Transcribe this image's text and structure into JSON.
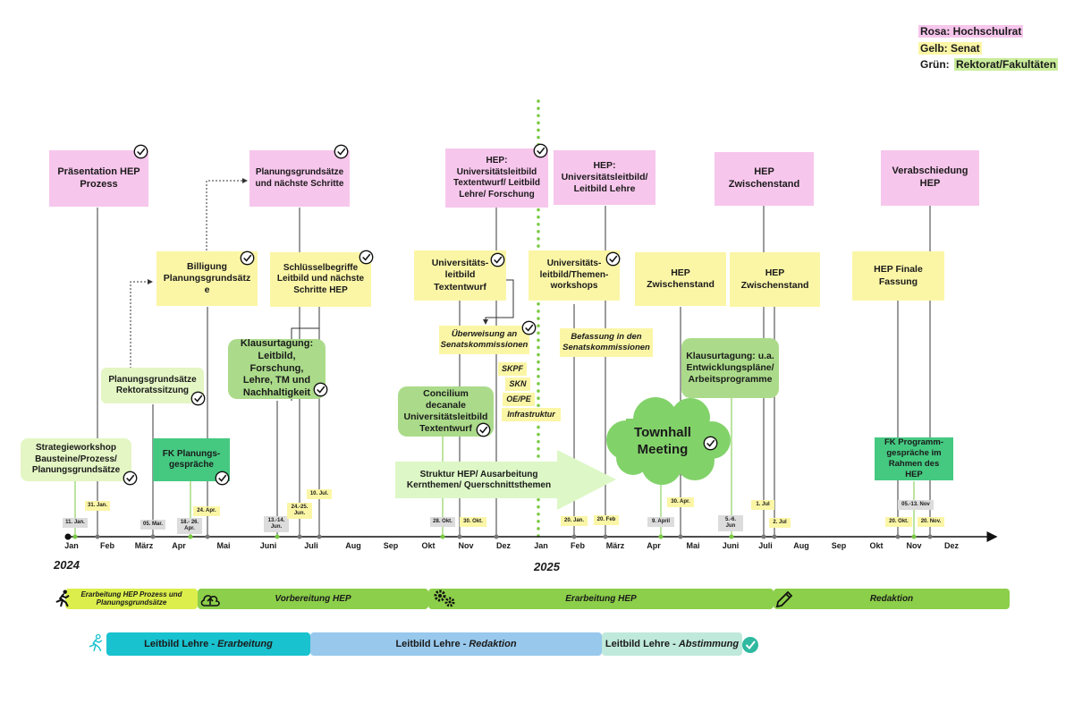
{
  "legend": {
    "rosa": "Rosa: Hochschulrat",
    "gelb": "Gelb: Senat",
    "gruen_label": "Grün: ",
    "gruen_value": "Rektorat/Fakultäten"
  },
  "years": {
    "y2024": "2024",
    "y2025": "2025"
  },
  "months": [
    "Jan",
    "Feb",
    "März",
    "Apr",
    "Mai",
    "Juni",
    "Juli",
    "Aug",
    "Sep",
    "Okt",
    "Nov",
    "Dez",
    "Jan",
    "Feb",
    "März",
    "Apr",
    "Mai",
    "Juni",
    "Juli",
    "Aug",
    "Sep",
    "Okt",
    "Nov",
    "Dez"
  ],
  "hochschulrat": {
    "praesentation": "Präsentation HEP\nProzess",
    "planungsgrundsaetze": "Planungsgrundsätze\nund nächste Schritte",
    "hep_leitbild_forschung": "HEP:\nUniversitätsleitbild\nTextentwurf/ Leitbild\nLehre/ Forschung",
    "hep_leitbild_lehre": "HEP:\nUniversitätsleitbild/\nLeitbild Lehre",
    "hep_zwischenstand": "HEP\nZwischenstand",
    "verabschiedung": "Verabschiedung\nHEP"
  },
  "senat": {
    "billigung": "Billigung\nPlanungsgrundsätz\ne",
    "schluesselbegriffe": "Schlüsselbegriffe\nLeitbild und nächste\nSchritte HEP",
    "univ_leitbild": "Universitäts-\nleitbild\nTextentwurf",
    "univ_themen": "Universitäts-\nleitbild/Themen-\nworkshops",
    "zwischenstand1": "HEP\nZwischenstand",
    "zwischenstand2": "HEP\nZwischenstand",
    "finale": "HEP Finale\nFassung",
    "ueberweisung": "Überweisung an\nSenatskommissionen",
    "befassung": "Befassung in den\nSenatskommissionen",
    "skpf": "SKPF",
    "skn": "SKN",
    "oepe": "OE/PE",
    "infrastruktur": "Infrastruktur"
  },
  "rektorat": {
    "strategieworkshop": "Strategieworkshop\nBausteine/Prozess/\nPlanungsgrundsätze",
    "planungs_rektorat": "Planungsgrundsätze\nRektoratssitzung",
    "fk_planungsgespraeche": "FK Planungs-\ngespräche",
    "klausur1": "Klausurtagung:\nLeitbild, Forschung,\nLehre, TM und\nNachhaltigkeit",
    "concilium": "Concilium decanale\nUniversitätsleitbild\nTextentwurf",
    "klausur2": "Klausurtagung: u.a.\nEntwicklungspläne/\nArbeitsprogramme",
    "townhall": "Townhall\nMeeting",
    "fk_programm": "FK Programm-\ngespräche im\nRahmen des HEP",
    "struktur_arrow": "Struktur HEP/ Ausarbeitung\nKernthemen/ Querschnittsthemen"
  },
  "dates": {
    "d_11jan": "11. Jan.",
    "d_31jan": "31. Jan.",
    "d_05mar": "05. Mar.",
    "d_18apr": "18.- 26.\nApr.",
    "d_24apr": "24. Apr.",
    "d_13jun": "13.-14.\nJun.",
    "d_24jun": "24.-25.\nJun.",
    "d_10jul": "10. Jul.",
    "d_28okt": "28. Okt.",
    "d_30okt": "30. Okt.",
    "d_20jan": "20. Jan.",
    "d_20feb": "20. Feb",
    "d_9apr": "9. April",
    "d_30apr": "30. Apr.",
    "d_5jun": "5.-6.\nJun",
    "d_1jul": "1. Jul",
    "d_2jul": "2. Jul",
    "d_05nov": "05.-13. Nov",
    "d_20okt": "20. Okt.",
    "d_20nov": "20. Nov."
  },
  "phases": {
    "p1": "Erarbeitung HEP Prozess und\nPlanungsgrundsätze",
    "p2": "Vorbereitung HEP",
    "p3": "Erarbeitung HEP",
    "p4": "Redaktion"
  },
  "leitbild": {
    "prefix": "Leitbild Lehre - ",
    "erarbeitung": "Erarbeitung",
    "redaktion": "Redaktion",
    "abstimmung": "Abstimmung"
  },
  "colors": {
    "pink": "#f7c6ec",
    "yellow": "#fbf6a6",
    "green_light": "#e4f6c4",
    "green_dark": "#abdb8a",
    "mint": "#45c981",
    "phase_green": "#8ccf4a",
    "lehre_teal": "#19c2cf",
    "lehre_blue": "#98c8ec",
    "lehre_mint": "#bfe9da",
    "today_line": "#7ac943"
  },
  "icons": [
    "check-icon",
    "runner-icon",
    "cloud-upload-icon",
    "gears-icon",
    "pencil-icon",
    "check-circle-icon"
  ]
}
